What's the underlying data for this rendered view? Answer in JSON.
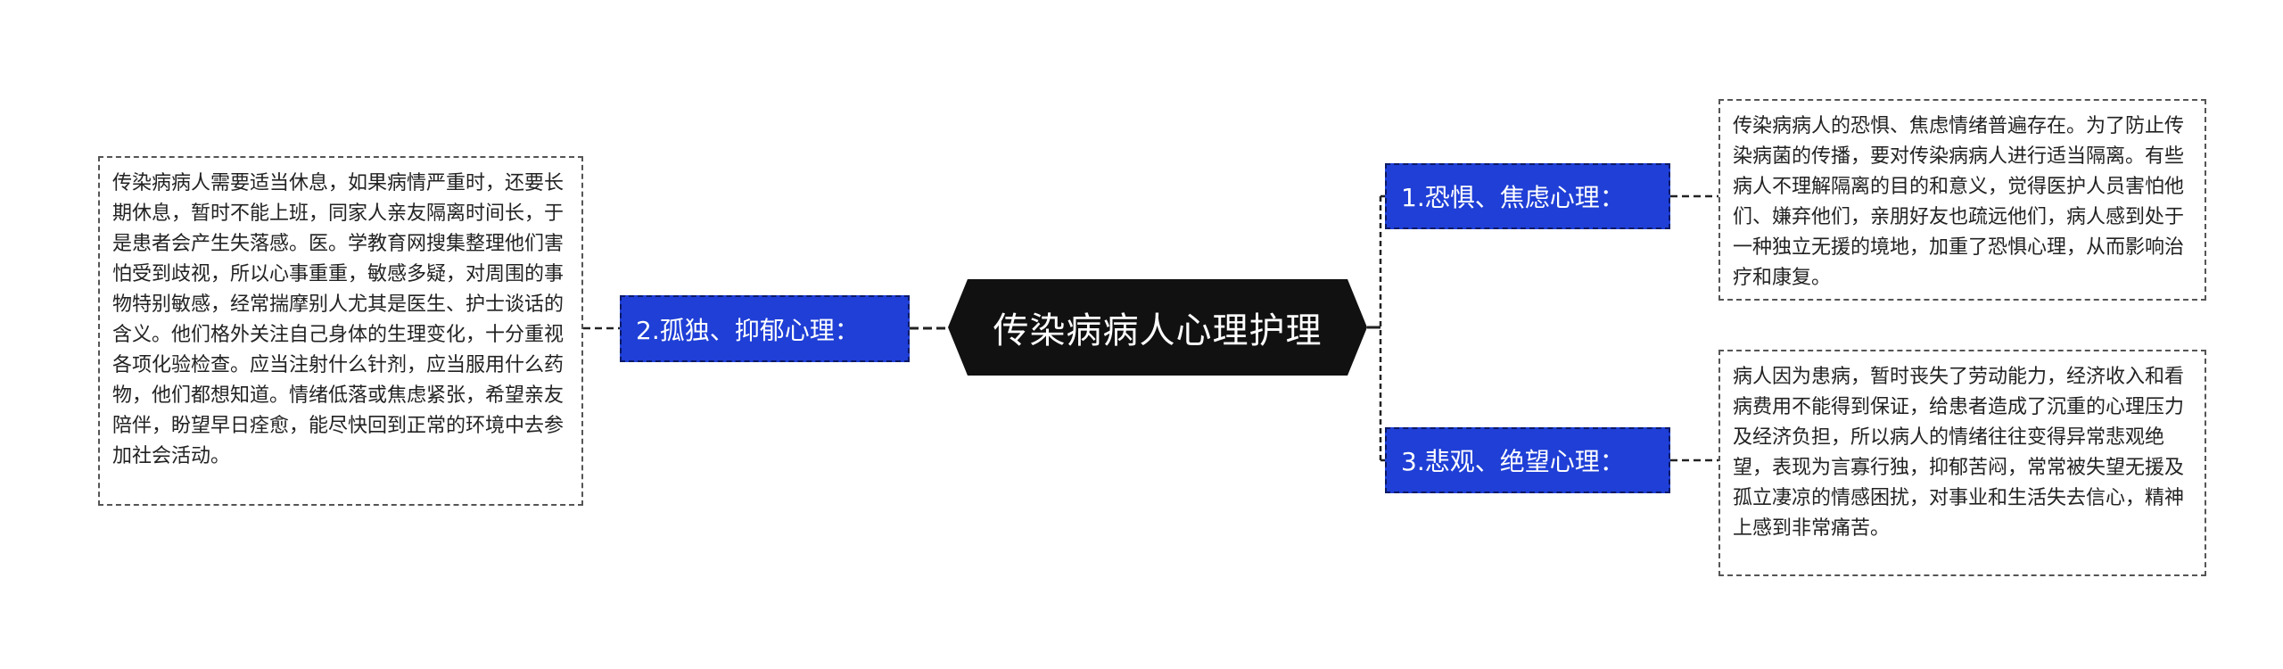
{
  "mindmap": {
    "center": {
      "label": "传染病病人心理护理"
    },
    "branches": [
      {
        "label": "1.恐惧、焦虑心理：",
        "detail": "传染病病人的恐惧、焦虑情绪普遍存在。为了防止传染病菌的传播，要对传染病病人进行适当隔离。有些病人不理解隔离的目的和意义，觉得医护人员害怕他们、嫌弃他们，亲朋好友也疏远他们，病人感到处于一种独立无援的境地，加重了恐惧心理，从而影响治疗和康复。"
      },
      {
        "label": "2.孤独、抑郁心理：",
        "detail": "传染病病人需要适当休息，如果病情严重时，还要长期休息，暂时不能上班，同家人亲友隔离时间长，于是患者会产生失落感。医。学教育网搜集整理他们害怕受到歧视，所以心事重重，敏感多疑，对周围的事物特别敏感，经常揣摩别人尤其是医生、护士谈话的含义。他们格外关注自己身体的生理变化，十分重视各项化验检查。应当注射什么针剂，应当服用什么药物，他们都想知道。情绪低落或焦虑紧张，希望亲友陪伴，盼望早日痊愈，能尽快回到正常的环境中去参加社会活动。"
      },
      {
        "label": "3.悲观、绝望心理：",
        "detail": "病人因为患病，暂时丧失了劳动能力，经济收入和看病费用不能得到保证，给患者造成了沉重的心理压力及经济负担，所以病人的情绪往往变得异常悲观绝望，表现为言寡行独，抑郁苦闷，常常被失望无援及孤立凄凉的情感困扰，对事业和生活失去信心，精神上感到非常痛苦。"
      }
    ]
  },
  "colors": {
    "center_bg": "#111111",
    "branch_bg": "#1f3fd6",
    "branch_border": "#0b1a66",
    "leaf_border": "#555555",
    "line": "#222222"
  }
}
